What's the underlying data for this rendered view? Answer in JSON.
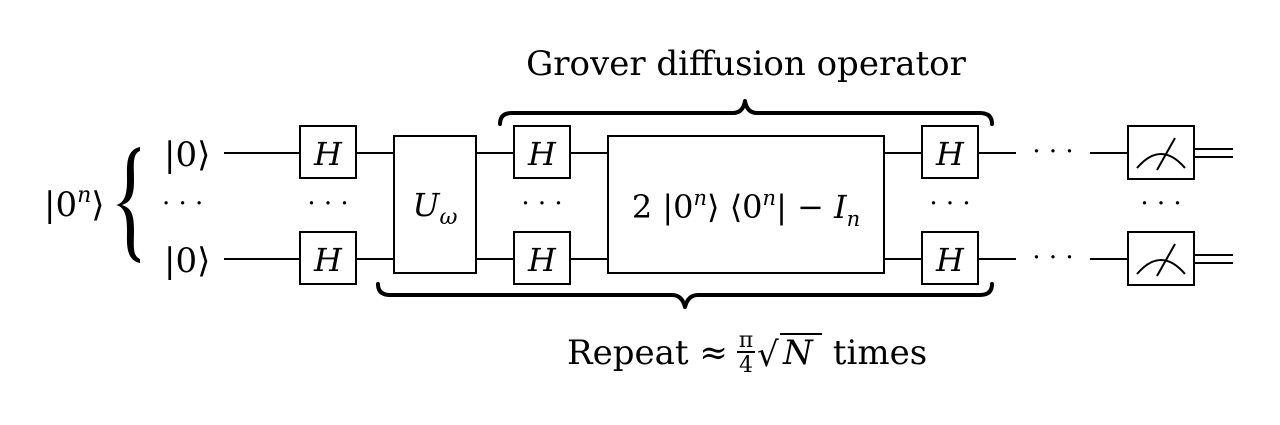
{
  "register": {
    "label_base": "|0",
    "label_sup": "n",
    "label_close": "⟩"
  },
  "inputs": {
    "top": "|0⟩",
    "dots": "· · ·",
    "bottom": "|0⟩"
  },
  "hadamard": {
    "label": "H",
    "dots": "· · ·"
  },
  "oracle": {
    "symbol": "U",
    "subscript": "ω"
  },
  "diffusion": {
    "title": "Grover diffusion operator",
    "center_prefix": "2 |0",
    "center_sup1": "n",
    "center_mid": "⟩ ⟨0",
    "center_sup2": "n",
    "center_mid2": "| − ",
    "center_I": "I",
    "center_sub": "n"
  },
  "output": {
    "dots_top": "· · ·",
    "dots_mid": "· · ·",
    "dots_bottom": "· · ·"
  },
  "repeat": {
    "prefix": "Repeat ≈ ",
    "frac_num": "π",
    "frac_den": "4",
    "sqrt_sym": "√",
    "sqrt_arg": "N",
    "suffix": " times"
  },
  "measurement_icon": "meter-icon"
}
